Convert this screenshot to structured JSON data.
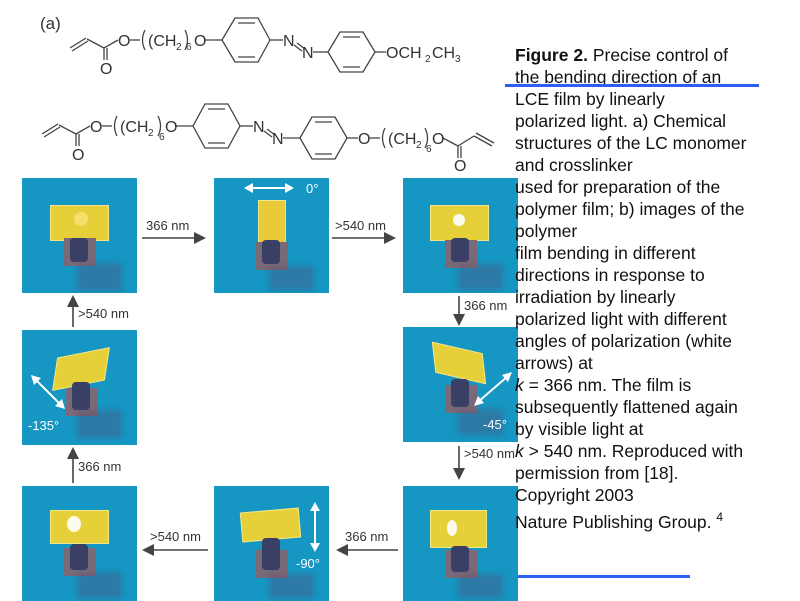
{
  "figure": {
    "panel_label": "(a)",
    "structures": {
      "monomer": {
        "segments": [
          "O",
          "(CH",
          "2",
          ")",
          "6",
          "O",
          "N",
          "N",
          "OCH",
          "2",
          "CH",
          "3"
        ],
        "carbonyl_o": "O"
      },
      "crosslinker": {
        "segments": [
          "O",
          "(CH",
          "2",
          ")",
          "6",
          "O",
          "N",
          "N",
          "O",
          "(CH",
          "2",
          ")",
          "6",
          "O"
        ],
        "carbonyl_o_left": "O",
        "carbonyl_o_right": "O"
      }
    },
    "photos": [
      {
        "id": "top-left",
        "state": "flat",
        "angle_label": ""
      },
      {
        "id": "top-middle",
        "state": "bent",
        "angle_label": "0°"
      },
      {
        "id": "top-right",
        "state": "flat",
        "angle_label": ""
      },
      {
        "id": "middle-right",
        "state": "bent",
        "angle_label": "-45°"
      },
      {
        "id": "bottom-right",
        "state": "flat",
        "angle_label": ""
      },
      {
        "id": "bottom-middle",
        "state": "bent",
        "angle_label": "-90°"
      },
      {
        "id": "bottom-left",
        "state": "flat",
        "angle_label": ""
      },
      {
        "id": "middle-left",
        "state": "bent",
        "angle_label": "-135°"
      }
    ],
    "steps": {
      "tl_to_tm": "366 nm",
      "tm_to_tr": ">540 nm",
      "tr_to_mr": "366 nm",
      "mr_to_br": ">540 nm",
      "br_to_bm": "366 nm",
      "bm_to_bl": ">540 nm",
      "bl_to_ml": "366 nm",
      "ml_to_tl": ">540 nm"
    }
  },
  "caption": {
    "title": "Figure 2.",
    "lines": [
      "Precise control of",
      "the bending direction of an",
      "LCE film by linearly",
      "polarized light. a) Chemical",
      "structures of the LC monomer",
      "and crosslinker",
      "used for preparation of the",
      "polymer film; b) images of the",
      "polymer",
      "film bending in different",
      "directions in response to",
      "irradiation by linearly",
      "polarized light with different",
      "angles of polarization (white",
      "arrows) at"
    ],
    "k1_symbol": "k",
    "k1_rest": " = 366 nm. The film is",
    "line_after_k1": "subsequently flattened again",
    "line_before_k2": "by visible light at",
    "k2_symbol": "k",
    "k2_rest": " > 540 nm. Reproduced with",
    "tail_lines": [
      "permission from [18].",
      "Copyright 2003",
      "Nature Publishing Group."
    ],
    "slide_number": "4"
  },
  "colors": {
    "photo_background": "#1596c3",
    "film": "#e6d03a",
    "annotation_underline": "#2f5ef0"
  }
}
